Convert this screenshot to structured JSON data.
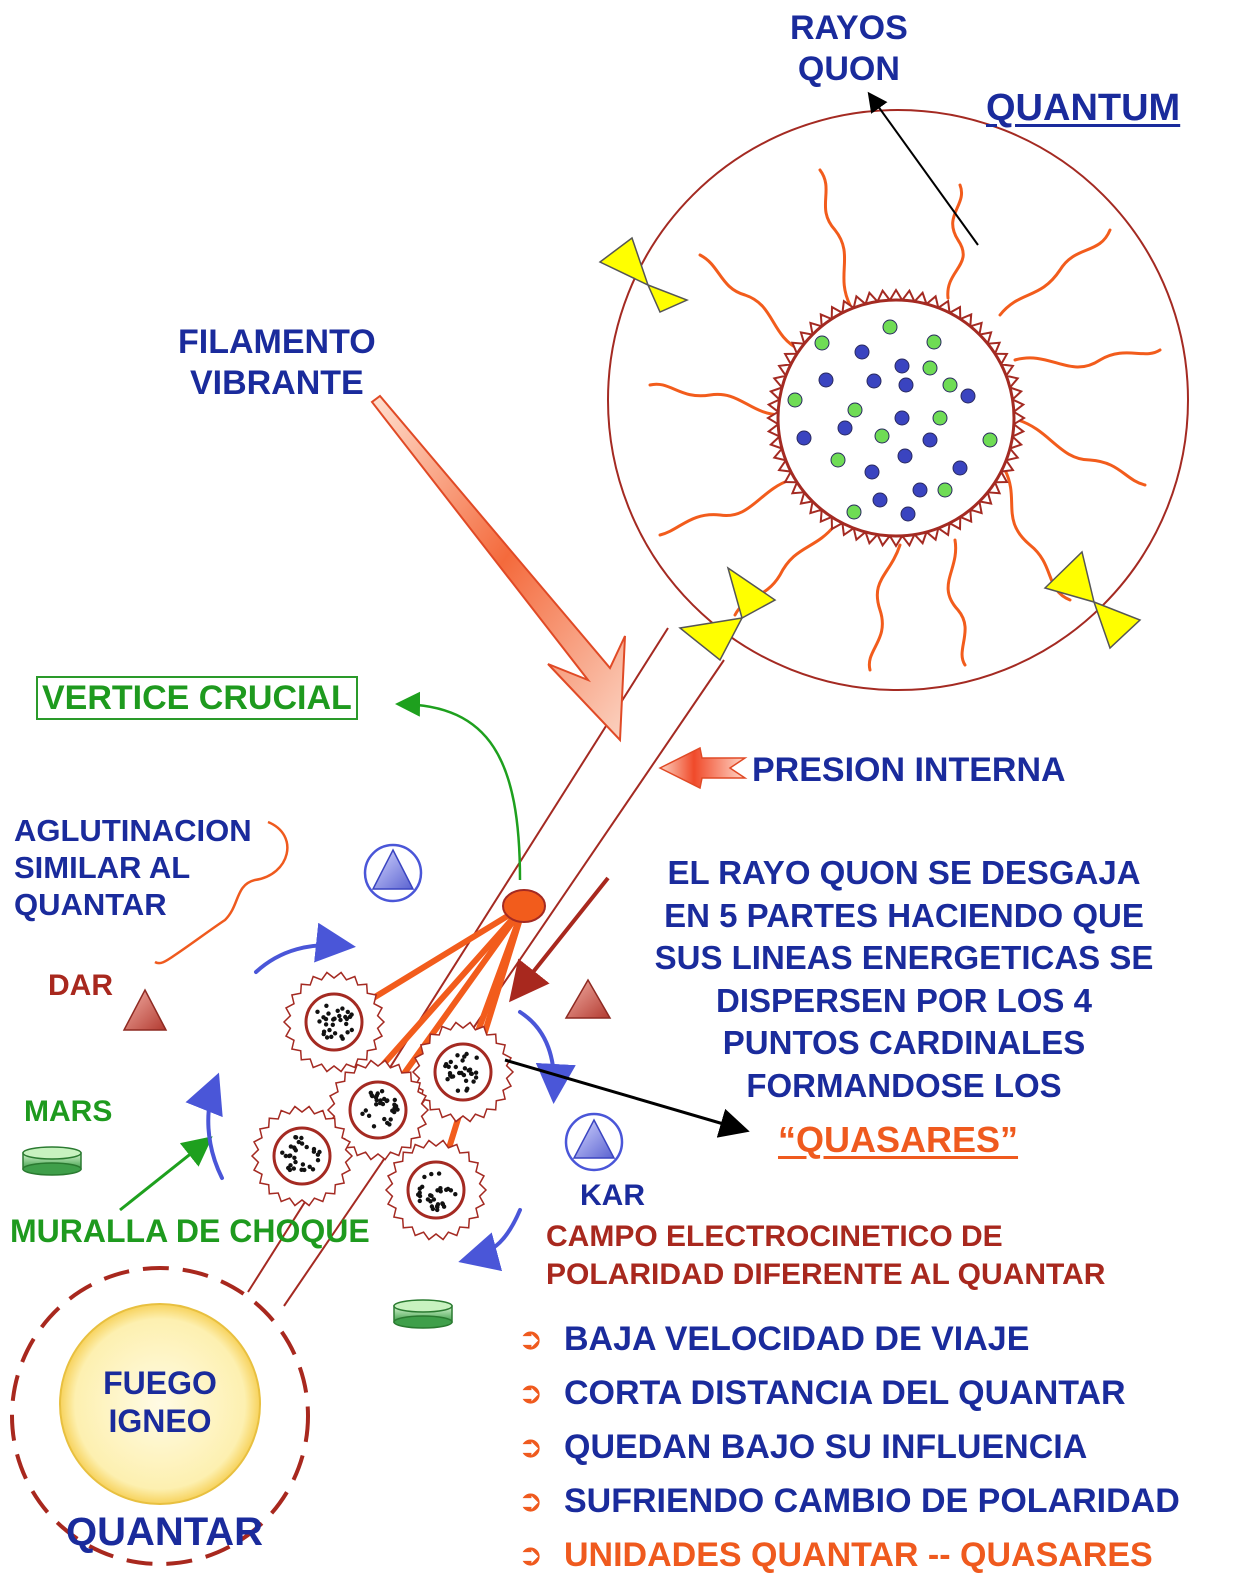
{
  "labels": {
    "rayos_quon": "RAYOS\nQUON",
    "quantum": "QUANTUM",
    "filamento": "FILAMENTO\nVIBRANTE",
    "vertice": "VERTICE CRUCIAL",
    "presion": "PRESION INTERNA",
    "aglutinacion": "AGLUTINACION\nSIMILAR AL\nQUANTAR",
    "desgaja": "EL RAYO QUON SE DESGAJA\nEN 5 PARTES HACIENDO QUE\nSUS LINEAS ENERGETICAS SE\nDISPERSEN POR LOS 4\nPUNTOS CARDINALES\nFORMANDOSE LOS",
    "quasares": "“QUASARES”",
    "dar": "DAR",
    "mars": "MARS",
    "kar": "KAR",
    "muralla": "MURALLA DE CHOQUE",
    "campo": "CAMPO ELECTROCINETICO DE\nPOLARIDAD DIFERENTE AL QUANTAR",
    "fuego": "FUEGO\nIGNEO",
    "quantar": "QUANTAR"
  },
  "bullets": [
    "BAJA VELOCIDAD DE VIAJE",
    "CORTA DISTANCIA DEL QUANTAR",
    "QUEDAN BAJO SU INFLUENCIA",
    "SUFRIENDO CAMBIO DE POLARIDAD",
    "UNIDADES QUANTAR -- QUASARES"
  ],
  "colors": {
    "text_blue": "#1a2b9c",
    "text_green": "#1e9a1e",
    "text_darkred": "#a8281e",
    "text_orange": "#ef5a1e",
    "ray_orange": "#f25c1c",
    "particle_blue": "#3a44c0",
    "particle_green": "#6fdc55",
    "bowtie_yellow": "#ffff00",
    "sun_yellow": "#fdf3b8"
  }
}
